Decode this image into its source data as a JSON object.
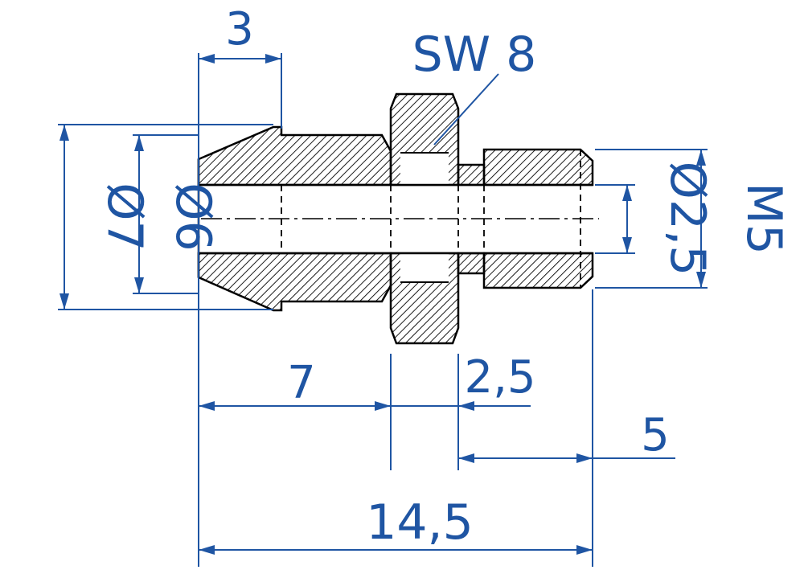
{
  "colors": {
    "dimension": "#1f55a3",
    "outline": "#000000",
    "hatch": "#000000",
    "background": "#ffffff"
  },
  "dimensions": {
    "cone_length": "3",
    "wrench_size": "SW 8",
    "dia_outer_left": "Ø7",
    "dia_bore_left": "Ø6",
    "dia_bore_right": "Ø2,5",
    "thread": "M5",
    "length_left": "7",
    "length_neck": "2,5",
    "length_thread": "5",
    "length_total": "14,5"
  }
}
